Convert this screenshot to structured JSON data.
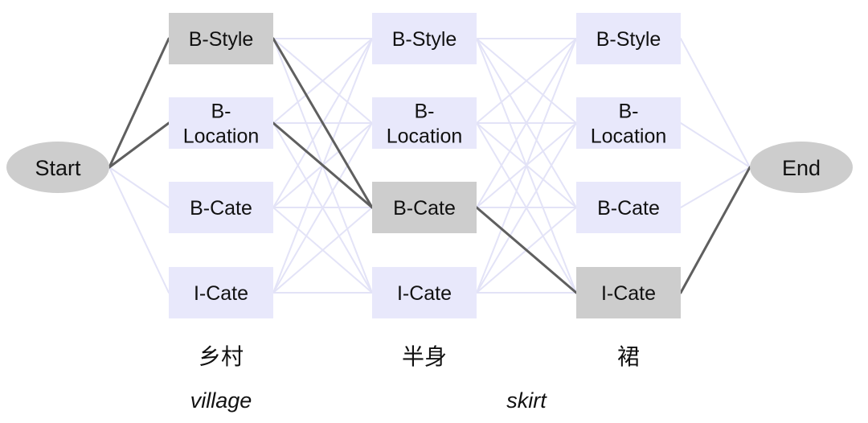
{
  "colors": {
    "node_default": "#e8e8fb",
    "node_selected": "#cdcdcd",
    "terminal_fill": "#cdcdcd",
    "edge_light": "#e3e3f7",
    "edge_path": "#5f5f5f",
    "text": "#111111"
  },
  "start": {
    "label": "Start"
  },
  "end": {
    "label": "End"
  },
  "columns": [
    {
      "word": "乡村",
      "translation": "village",
      "selected_index": 0,
      "nodes": [
        [
          "B-Style"
        ],
        [
          "B-",
          "Location"
        ],
        [
          "B-Cate"
        ],
        [
          "I-Cate"
        ]
      ]
    },
    {
      "word": "半身",
      "translation": "",
      "selected_index": 2,
      "nodes": [
        [
          "B-Style"
        ],
        [
          "B-",
          "Location"
        ],
        [
          "B-Cate"
        ],
        [
          "I-Cate"
        ]
      ]
    },
    {
      "word": "裙",
      "translation": "",
      "selected_index": 3,
      "nodes": [
        [
          "B-Style"
        ],
        [
          "B-",
          "Location"
        ],
        [
          "B-Cate"
        ],
        [
          "I-Cate"
        ]
      ]
    }
  ],
  "extra_translation": "skirt",
  "highlighted_path": [
    {
      "from": "start",
      "to": "0.0"
    },
    {
      "from": "start",
      "to": "0.1"
    },
    {
      "from": "0.0",
      "to": "1.2"
    },
    {
      "from": "0.1",
      "to": "1.2"
    },
    {
      "from": "1.2",
      "to": "2.3"
    },
    {
      "from": "2.3",
      "to": "end"
    }
  ]
}
